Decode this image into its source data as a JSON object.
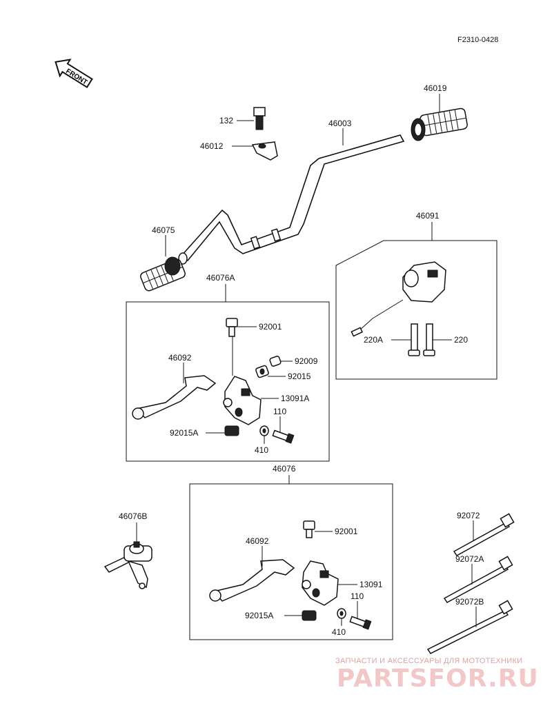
{
  "diagram_code": "F2310-0428",
  "front_label": "FRONT",
  "parts": {
    "p132": "132",
    "p46003": "46003",
    "p46012": "46012",
    "p46019": "46019",
    "p46075": "46075",
    "p46091": "46091",
    "p220A": "220A",
    "p220": "220",
    "p46076A": "46076A",
    "p92001_top": "92001",
    "p46092_top": "46092",
    "p92009": "92009",
    "p92015": "92015",
    "p13091A": "13091A",
    "p110_top": "110",
    "p92015A_top": "92015A",
    "p410_top": "410",
    "p46076": "46076",
    "p46076B": "46076B",
    "p92001_bot": "92001",
    "p46092_bot": "46092",
    "p13091": "13091",
    "p110_bot": "110",
    "p92015A_bot": "92015A",
    "p410_bot": "410",
    "p92072": "92072",
    "p92072A": "92072A",
    "p92072B": "92072B"
  },
  "watermark": {
    "line1": "ЗАПЧАСТИ И АКСЕССУАРЫ ДЛЯ МОТОТЕХНИКИ",
    "line2": "PARTSFOR.RU"
  }
}
